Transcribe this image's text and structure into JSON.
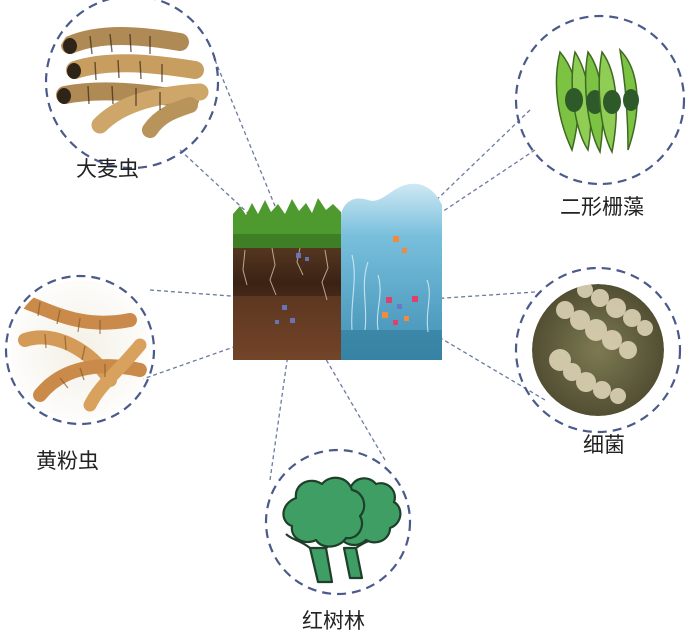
{
  "organisms": {
    "mealworm_large": {
      "label": "大麦虫"
    },
    "mealworm_yellow": {
      "label": "黄粉虫"
    },
    "mangrove": {
      "label": "红树林"
    },
    "scenedesmus": {
      "label": "二形栅藻"
    },
    "bacteria": {
      "label": "细菌"
    }
  },
  "colors": {
    "dashed_circle": "#4a5a8a",
    "connector": "#6b7aa0",
    "tree_fill": "#3e9e63",
    "tree_outline": "#1f3f2a",
    "algae_green": "#7cc243",
    "soil_brown": "#4a2a1a",
    "water_blue": "#5aa8c8",
    "grass_green": "#4f9a2e"
  }
}
